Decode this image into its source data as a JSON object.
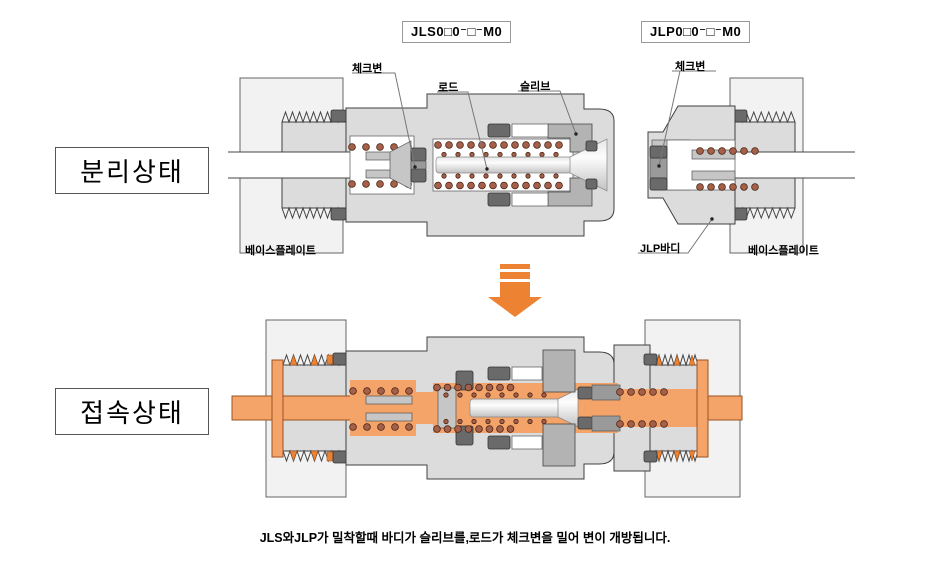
{
  "diagram": {
    "states": {
      "separated": "분리상태",
      "connected": "접속상태"
    },
    "models": {
      "jls": "JLS0□0⁻□⁻M0",
      "jlp": "JLP0□0⁻□⁻M0"
    },
    "part_labels": {
      "check_valve_left": "체크변",
      "rod": "로드",
      "sleeve": "슬리브",
      "check_valve_right": "체크변",
      "jlp_body": "JLP바디",
      "base_plate_left": "베이스플레이트",
      "base_plate_right": "베이스플레이트"
    },
    "caption": "JLS와JLP가 밀착할때 바디가 슬리브를,로드가 체크변을 밀어 변이 개방됩니다."
  },
  "colors": {
    "accent_orange": "#ED8233",
    "fluid_orange": "#F5A469",
    "body_gray": "#DCDCDC",
    "plate_gray": "#F2F2F2",
    "sleeve_gray": "#B3B3B3",
    "seal_gray": "#6A6A6A",
    "spring_brown": "#A5604A",
    "outline": "#404040"
  }
}
